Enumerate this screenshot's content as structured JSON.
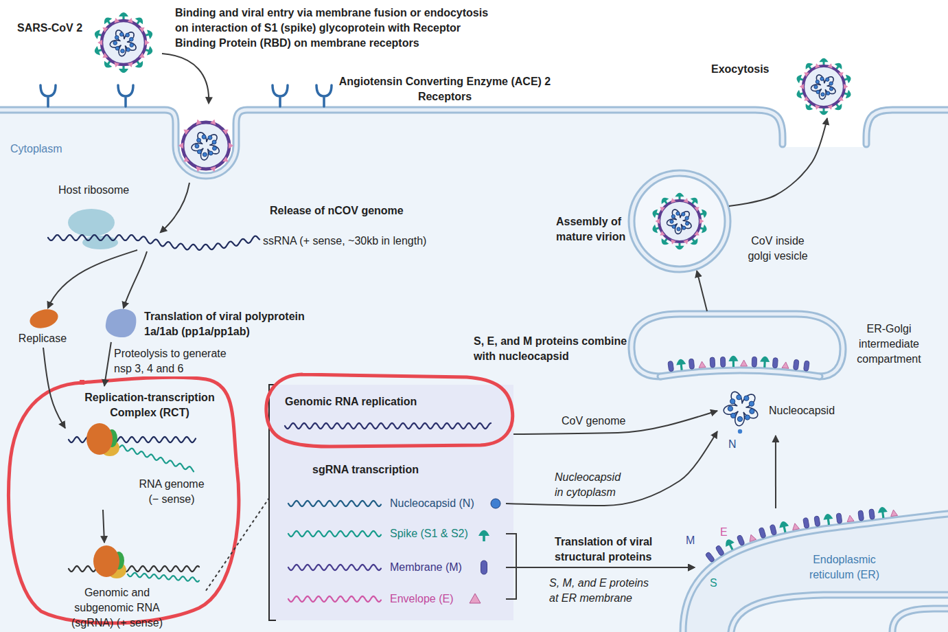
{
  "diagram": {
    "nodes": [
      {
        "text": [
          "Exocytosis"
        ]
      },
      {
        "text": [
          "Assembly of mature virion",
          "CoV inside golgi vesicle"
        ]
      },
      {
        "text": [
          "Replicase"
        ]
      },
      {
        "text": [
          "Translation of viral polyprotein 1a/1ab (pp1a/pp1ab)"
        ]
      },
      {
        "text": [
          "ER-Golgi intermediate compartment"
        ]
      },
      {
        "text": [
          "Replication-transcription Complex (RCT)",
          "RNA genome (− sense)"
        ]
      },
      {
        "text": [
          "Genomic RNA replication",
          "sgRNA transcription"
        ]
      },
      {
        "text": [
          "Nucleocapsid (N)"
        ],
        "in": 6
      },
      {
        "text": [
          "Spike (S1 & S2)"
        ],
        "in": 6
      },
      {
        "text": [
          "Membrane (M)"
        ],
        "in": 6
      },
      {
        "text": [
          "Envelope (E)"
        ],
        "in": 6
      },
      {
        "text": [
          "Nucleocapsid"
        ]
      },
      {
        "text": [
          "Endoplasmic reticulum (ER)"
        ]
      },
      {
        "text": [
          "Genomic and subgenomic RNA (sgRNA) (+ sense)"
        ]
      }
    ],
    "edges": [
      {
        "from": 1,
        "to": 0,
        "arrow": "to"
      },
      {
        "from": 2,
        "to": 5,
        "arrow": "to"
      },
      {
        "from": 3,
        "to": 5,
        "arrow": "to",
        "label": "Proteolysis to generate nsp 3, 4 and 6"
      },
      {
        "from": 4,
        "to": 1,
        "arrow": "to"
      },
      {
        "from": 5,
        "to": 13,
        "arrow": "to"
      },
      {
        "from": 13,
        "to": 6,
        "arrow": "none"
      },
      {
        "from": 6,
        "to": 11,
        "arrow": "to",
        "label": "CoV genome"
      },
      {
        "from": 7,
        "to": 11,
        "arrow": "to",
        "label": "Nucleocapsid in cytoplasm"
      },
      {
        "from": 8,
        "to": 12,
        "arrow": "to"
      },
      {
        "from": 9,
        "to": 12,
        "arrow": "to",
        "label": "Translation of viral structural proteins"
      },
      {
        "from": 10,
        "to": 12,
        "arrow": "to"
      },
      {
        "from": 12,
        "to": 11,
        "arrow": "to"
      }
    ],
    "labels": [
      "SARS-CoV 2",
      "Binding and viral entry via membrane fusion or endocytosis on interaction of S1 (spike) glycoprotein with Receptor Binding Protein (RBD) on membrane receptors",
      "Angiotensin Converting Enzyme (ACE) 2 Receptors",
      "Cytoplasm",
      "Host ribosome",
      "Release of nCOV genome",
      "ssRNA (+ sense, ~30kb in length)",
      "S, E, and M proteins combine with nucleocapsid",
      "N",
      "M",
      "E",
      "S",
      "S, M, and E proteins at ER membrane"
    ]
  }
}
